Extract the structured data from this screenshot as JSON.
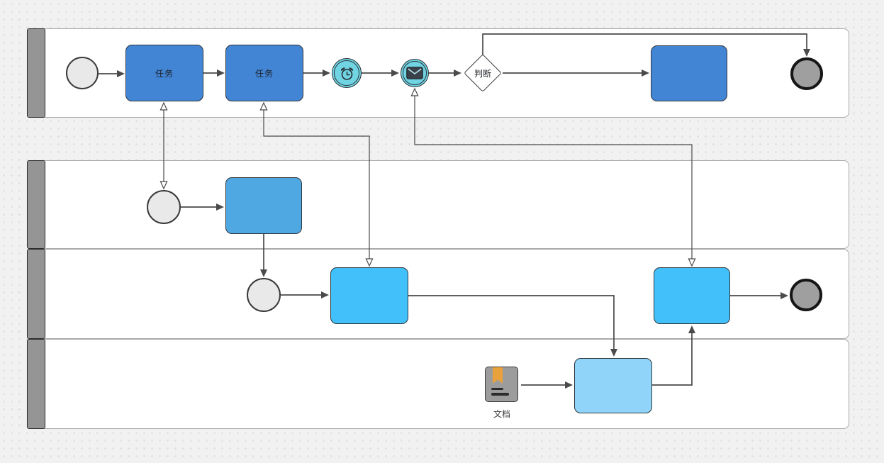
{
  "diagram": {
    "type": "bpmn-swimlane-flowchart",
    "lane_count": 4,
    "nodes": {
      "task1": {
        "label": "任务"
      },
      "task2": {
        "label": "任务"
      },
      "gateway": {
        "label": "判断"
      },
      "task3": {
        "label": ""
      },
      "task4": {
        "label": ""
      },
      "task5": {
        "label": ""
      },
      "task6": {
        "label": ""
      },
      "task7": {
        "label": ""
      },
      "document": {
        "label": "文档"
      }
    },
    "icons": {
      "timer_event": "alarm-clock-icon",
      "message_event": "envelope-icon",
      "document": "bookmark-icon"
    }
  },
  "colors": {
    "canvas_bg": "#f1f1f1",
    "grid_dot": "#d9d9d9",
    "lane_fill": "#ffffff",
    "lane_border": "#a9a9a9",
    "lane_header": "#959595",
    "task_blue": "#4285d5",
    "task_blue_light": "#4fa8e1",
    "task_cyan": "#41c0f9",
    "task_sky": "#90d5f9",
    "event_cyan": "#70d4e3",
    "start_fill": "#e9e9e9",
    "end_fill": "#9f9f9f",
    "doc_gray": "#9c9c9c",
    "doc_bookmark": "#e9a23b",
    "connector": "#4a4a4a"
  }
}
